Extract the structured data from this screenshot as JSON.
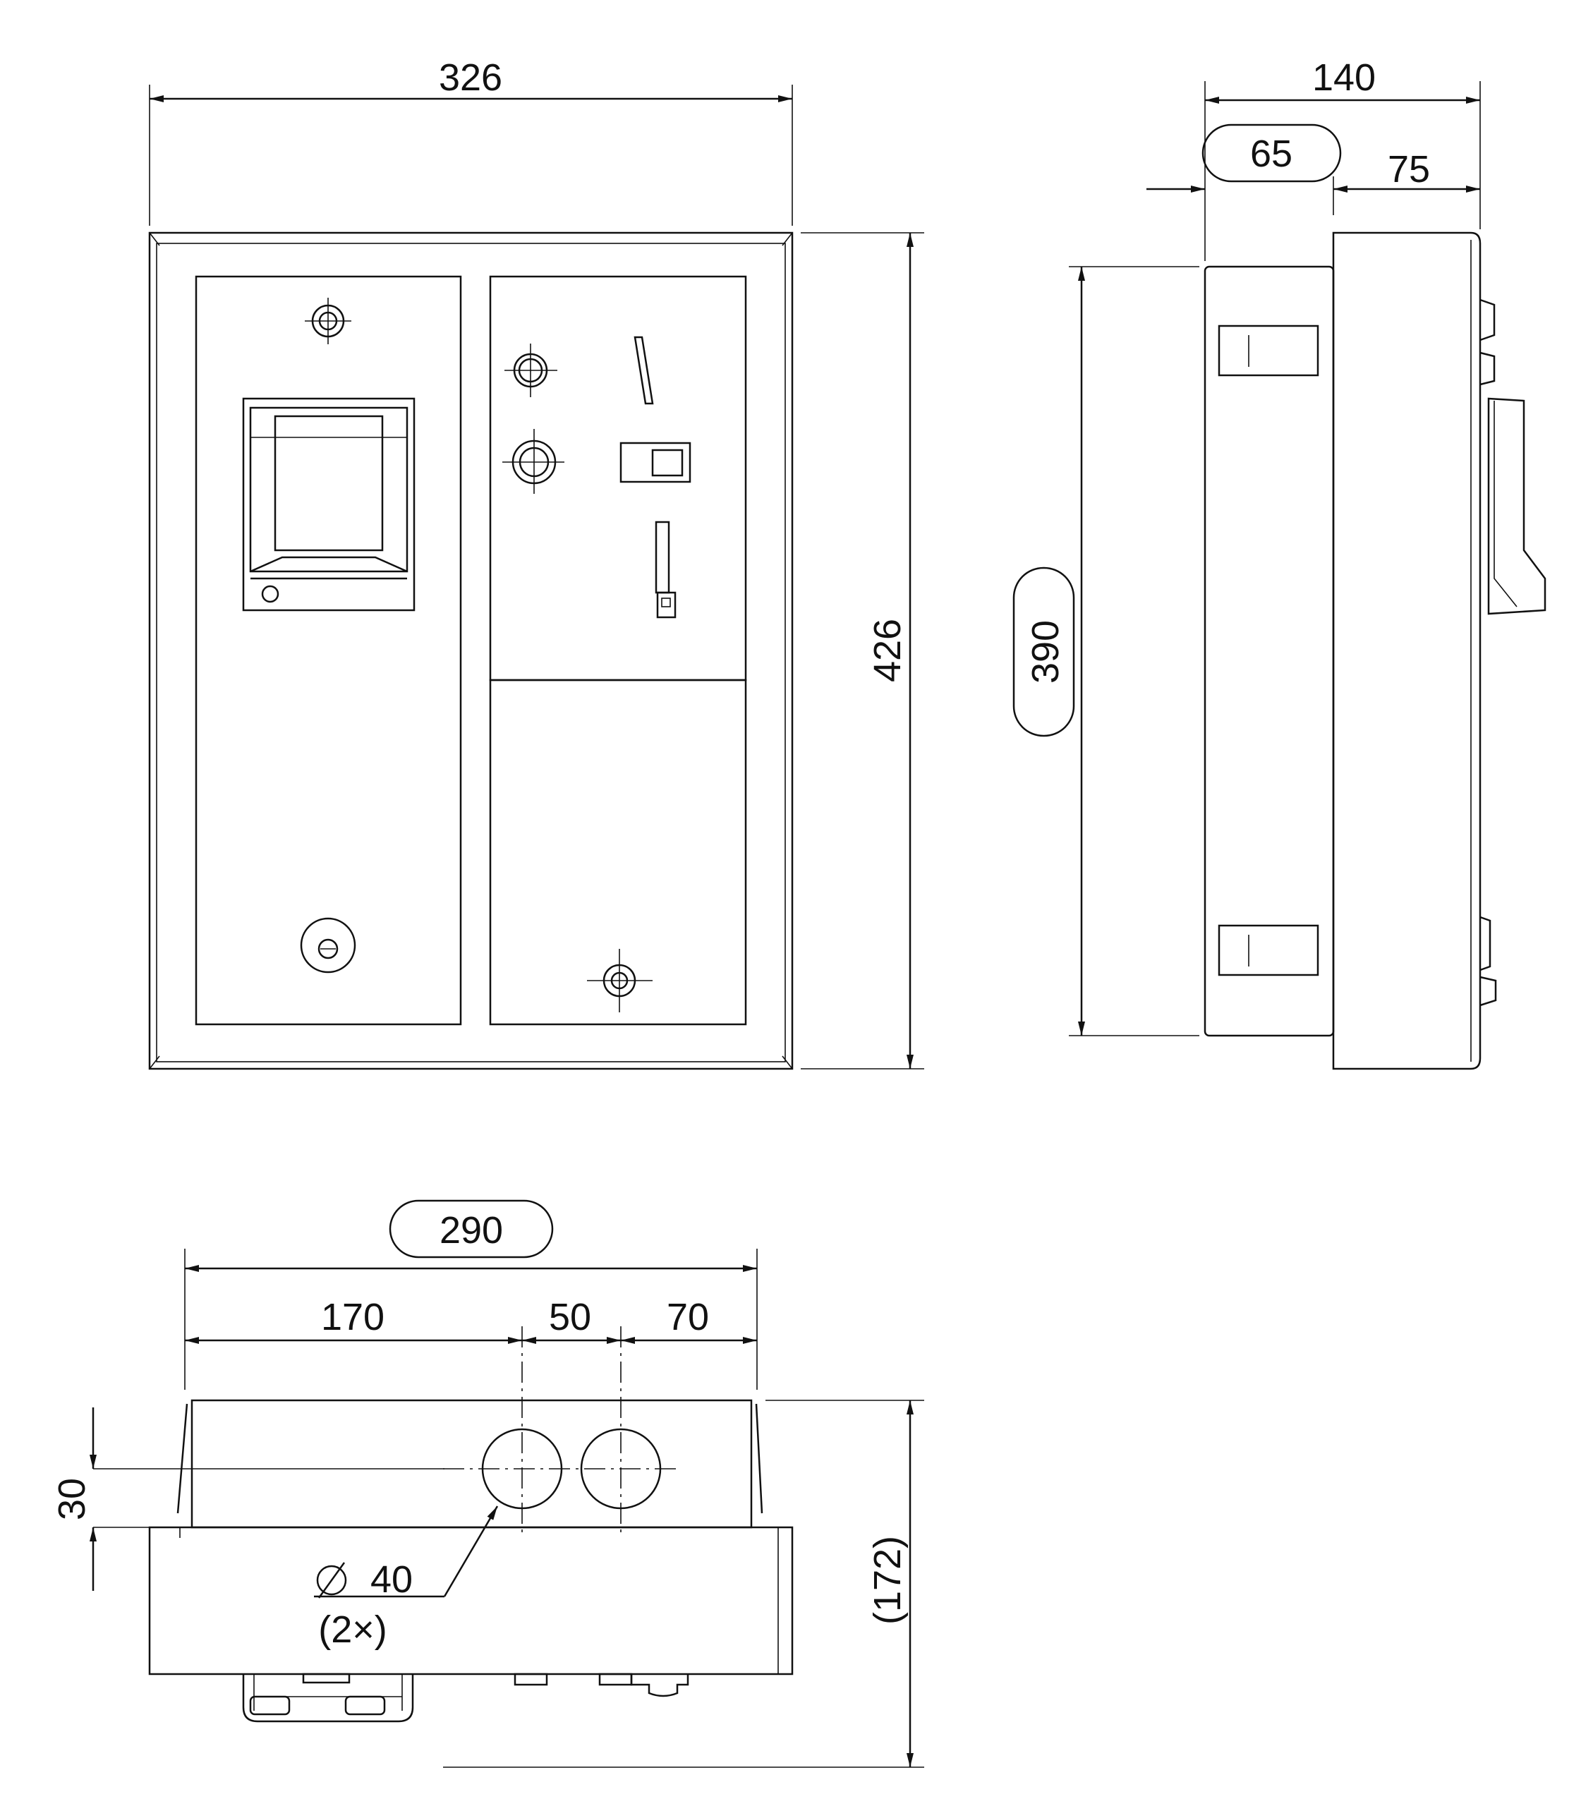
{
  "front_view": {
    "width_label": "326",
    "height_label": "426"
  },
  "side_view": {
    "depth_label": "140",
    "back_depth_label": "65",
    "front_depth_label": "75",
    "height_label": "390"
  },
  "bottom_view": {
    "width_label": "290",
    "offset_label": "170",
    "spacing_label": "50",
    "edge_label": "70",
    "vertical_offset_label": "30",
    "diameter_label": "40",
    "count_label": "(2×)",
    "depth_label": "(172)"
  }
}
